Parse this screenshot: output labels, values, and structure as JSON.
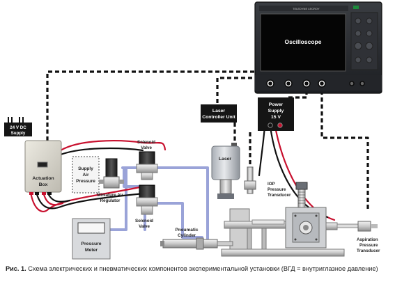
{
  "labels": {
    "oscilloscope": "Oscilloscope",
    "scope_brand": "TELEDYNE LECROY",
    "laser_controller_l1": "Laser",
    "laser_controller_l2": "Controller Unit",
    "power_supply_l1": "Power",
    "power_supply_l2": "Supply",
    "power_supply_l3": "15 V",
    "dc_supply_l1": "24 V DC",
    "dc_supply_l2": "Supply",
    "actuation_box_l1": "Actuation",
    "actuation_box_l2": "Box",
    "supply_air_l1": "Supply",
    "supply_air_l2": "Air",
    "supply_air_l3": "Pressure",
    "solenoid_top_l1": "Solenoid",
    "solenoid_top_l2": "Valve",
    "solenoid_bottom_l1": "Solenoid",
    "solenoid_bottom_l2": "Valve",
    "regulator_l1": "Miniature Air",
    "regulator_l2": "Regulator",
    "laser": "Laser",
    "iop_l1": "IOP",
    "iop_l2": "Pressure",
    "iop_l3": "Transducer",
    "aspiration_l1": "Aspiration",
    "aspiration_l2": "Pressure",
    "aspiration_l3": "Transducer",
    "pneumatic_l1": "Pneumatic",
    "pneumatic_l2": "Cylinder",
    "pressure_meter_l1": "Pressure",
    "pressure_meter_l2": "Meter"
  },
  "caption": {
    "prefix": "Рис. 1.",
    "text": "Схема электрических и пневматических компонентов экспериментальной установки (ВГД = внутриглазное давление)"
  },
  "colors": {
    "cable": "#111111",
    "wire_red": "#c8102e",
    "air_tube": "#9aa3d8",
    "accent_green": "#1e8c3c"
  }
}
